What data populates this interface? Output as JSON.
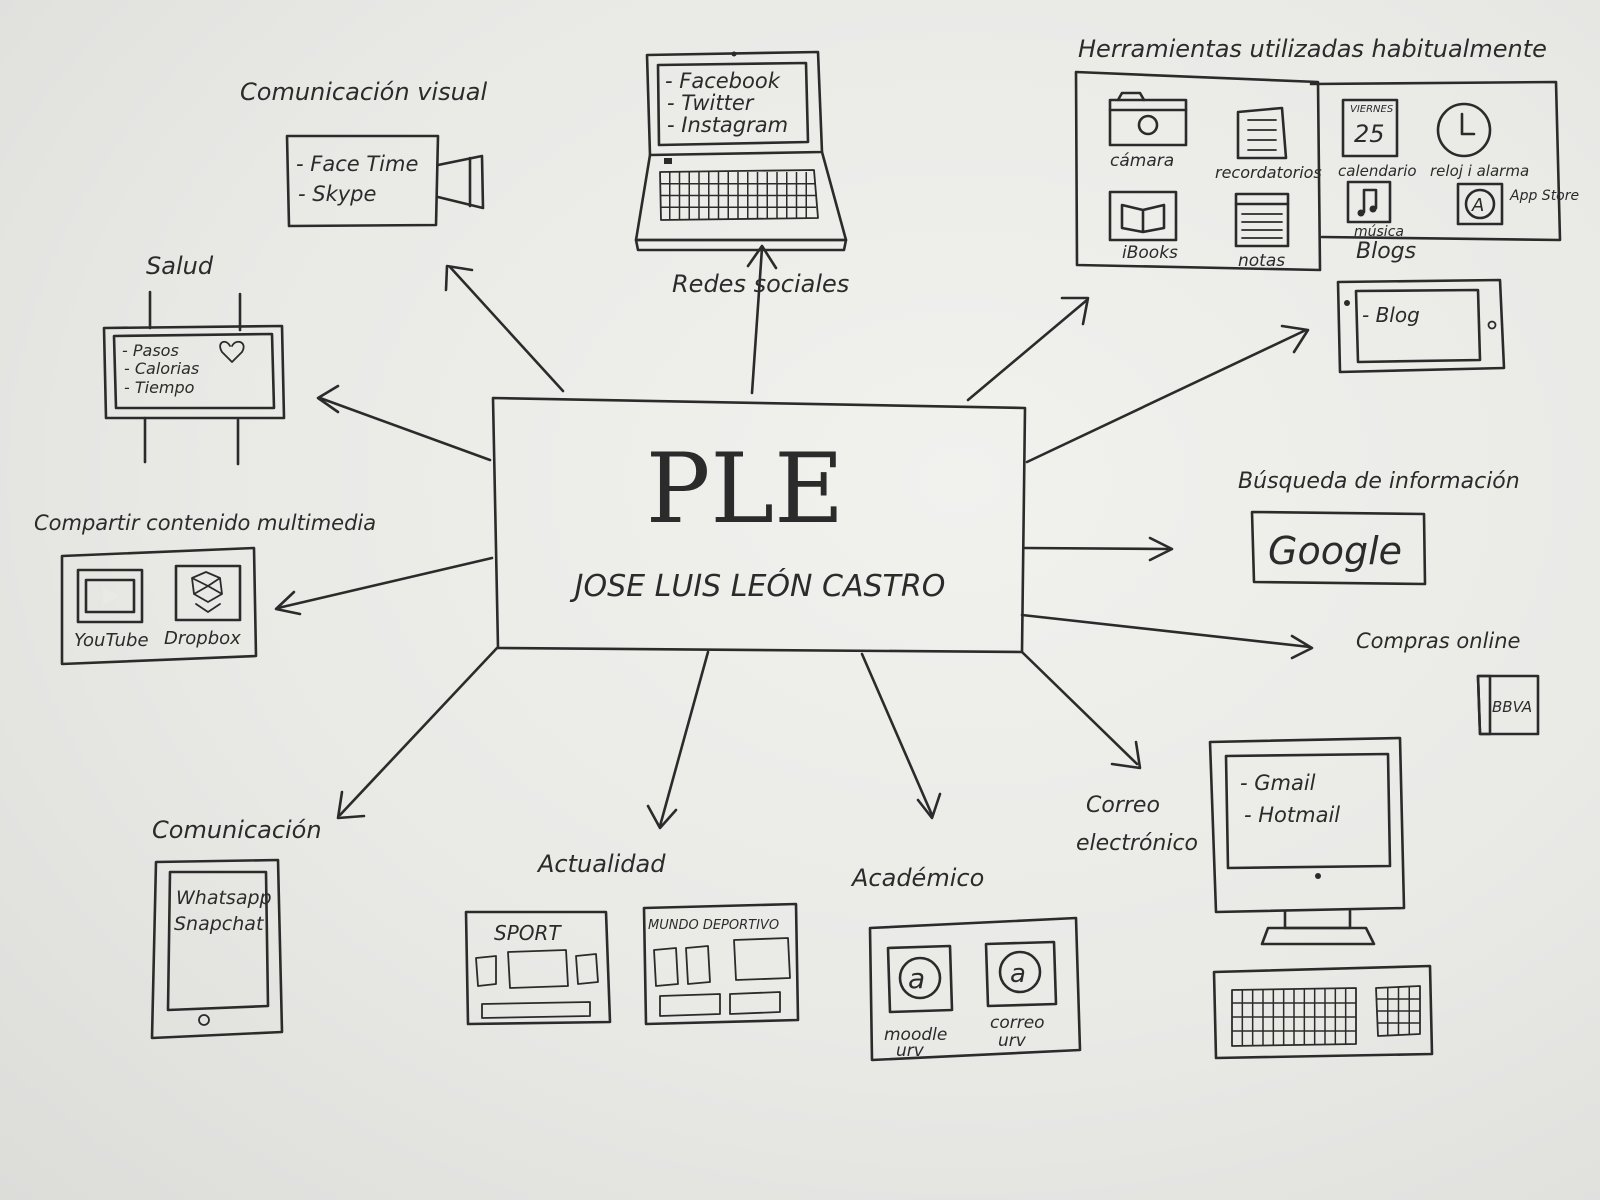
{
  "center": {
    "title": "PLE",
    "subtitle": "JOSE LUIS LEÓN CASTRO"
  },
  "comunicacion_visual": {
    "label": "Comunicación visual",
    "items": [
      "- Face Time",
      "- Skype"
    ]
  },
  "redes_sociales": {
    "label": "Redes sociales",
    "items": [
      "- Facebook",
      "- Twitter",
      "- Instagram"
    ]
  },
  "herramientas": {
    "label": "Herramientas utilizadas habitualmente",
    "apps": [
      "cámara",
      "recordatorios",
      "iBooks",
      "notas"
    ],
    "apps2": [
      "calendario",
      "reloj i alarma",
      "música",
      "App Store"
    ],
    "calendar_day": "VIERNES",
    "calendar_num": "25"
  },
  "blogs": {
    "label": "Blogs",
    "item": "- Blog"
  },
  "salud": {
    "label": "Salud",
    "items": [
      "- Pasos",
      "- Calorias",
      "- Tiempo"
    ]
  },
  "busqueda": {
    "label": "Búsqueda de información",
    "item": "Google"
  },
  "multimedia": {
    "label": "Compartir contenido multimedia",
    "items": [
      "YouTube",
      "Dropbox"
    ]
  },
  "compras": {
    "label": "Compras online",
    "item": "BBVA"
  },
  "correo": {
    "label_1": "Correo",
    "label_2": "electrónico",
    "items": [
      "- Gmail",
      "- Hotmail"
    ]
  },
  "comunicacion": {
    "label": "Comunicación",
    "items": [
      "Whatsapp",
      "Snapchat"
    ]
  },
  "actualidad": {
    "label": "Actualidad",
    "items": [
      "SPORT",
      "MUNDO DEPORTIVO"
    ]
  },
  "academico": {
    "label": "Académico",
    "items_line1": [
      "moodle",
      "correo"
    ],
    "items_line2": [
      "urv",
      "urv"
    ]
  }
}
